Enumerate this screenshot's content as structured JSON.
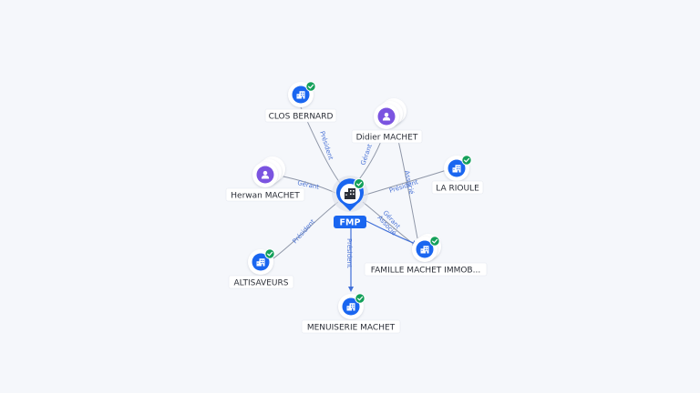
{
  "graph": {
    "center": {
      "label": "FMP",
      "type": "company",
      "verified": true
    },
    "nodes": [
      {
        "id": "clos-bernard",
        "label": "CLOS BERNARD",
        "type": "company",
        "verified": true
      },
      {
        "id": "didier-machet",
        "label": "Didier MACHET",
        "type": "person",
        "verified": false
      },
      {
        "id": "herwan-machet",
        "label": "Herwan MACHET",
        "type": "person",
        "verified": false
      },
      {
        "id": "la-rioule",
        "label": "LA RIOULE",
        "type": "company",
        "verified": true
      },
      {
        "id": "altisaveurs",
        "label": "ALTISAVEURS",
        "type": "company",
        "verified": true
      },
      {
        "id": "famille-machet",
        "label": "FAMILLE MACHET IMMOB...",
        "type": "company",
        "verified": true
      },
      {
        "id": "menuiserie-machet",
        "label": "MENUISERIE MACHET",
        "type": "company",
        "verified": true
      }
    ],
    "edges": [
      {
        "id": "e-clos",
        "label": "Président"
      },
      {
        "id": "e-didier",
        "label": "Gérant"
      },
      {
        "id": "e-herwan",
        "label": "Gérant"
      },
      {
        "id": "e-larioule",
        "label": "Président"
      },
      {
        "id": "e-altis",
        "label": "Président"
      },
      {
        "id": "e-famille",
        "label": "Gérant\nAssocié"
      },
      {
        "id": "e-didier-famille",
        "label": "Associé"
      },
      {
        "id": "e-menuiserie",
        "label": "Président"
      }
    ]
  },
  "colors": {
    "company_icon": "#1a66f0",
    "person_icon": "#7b54e0",
    "verified_badge": "#14a05a",
    "edge_label": "#4b74d6",
    "background": "#f5f7fb"
  }
}
